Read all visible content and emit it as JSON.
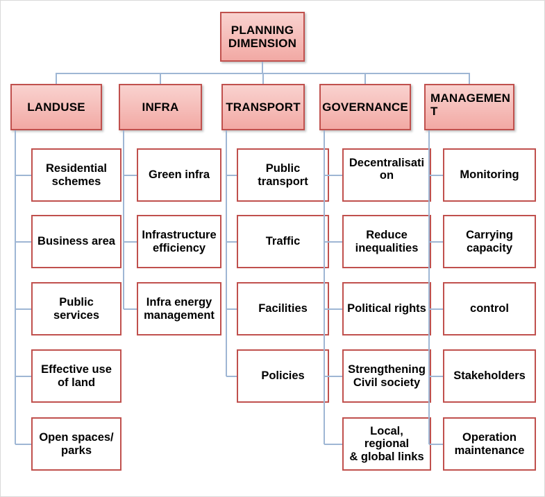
{
  "diagram": {
    "root": {
      "label": "PLANNING\nDIMENSION"
    },
    "columns": [
      {
        "id": "landuse",
        "label": "LANDUSE",
        "children": [
          "Residential\nschemes",
          "Business area",
          "Public services",
          "Effective use\nof land",
          "Open spaces/\nparks"
        ]
      },
      {
        "id": "infra",
        "label": "INFRA",
        "children": [
          "Green infra",
          "Infrastructure\nefficiency",
          "Infra energy\nmanagement"
        ]
      },
      {
        "id": "transport",
        "label": "TRANSPORT",
        "children": [
          "Public\ntransport",
          "Traffic",
          "Facilities",
          "Policies"
        ]
      },
      {
        "id": "governance",
        "label": "GOVERNANCE",
        "children": [
          "Decentralisati\non",
          "Reduce\ninequalities",
          "Political rights",
          "Strengthening\nCivil society",
          "Local, regional\n& global links"
        ]
      },
      {
        "id": "management",
        "label": "MANAGEMEN\nT",
        "children": [
          "Monitoring",
          "Carrying\ncapacity",
          "control",
          "Stakeholders",
          "Operation\nmaintenance"
        ]
      }
    ]
  },
  "style": {
    "box_border": "#c0504d",
    "connector": "#9eb6d4",
    "fill_category": "#f4b8b3",
    "fill_leaf": "#ffffff",
    "text": "#000000"
  }
}
